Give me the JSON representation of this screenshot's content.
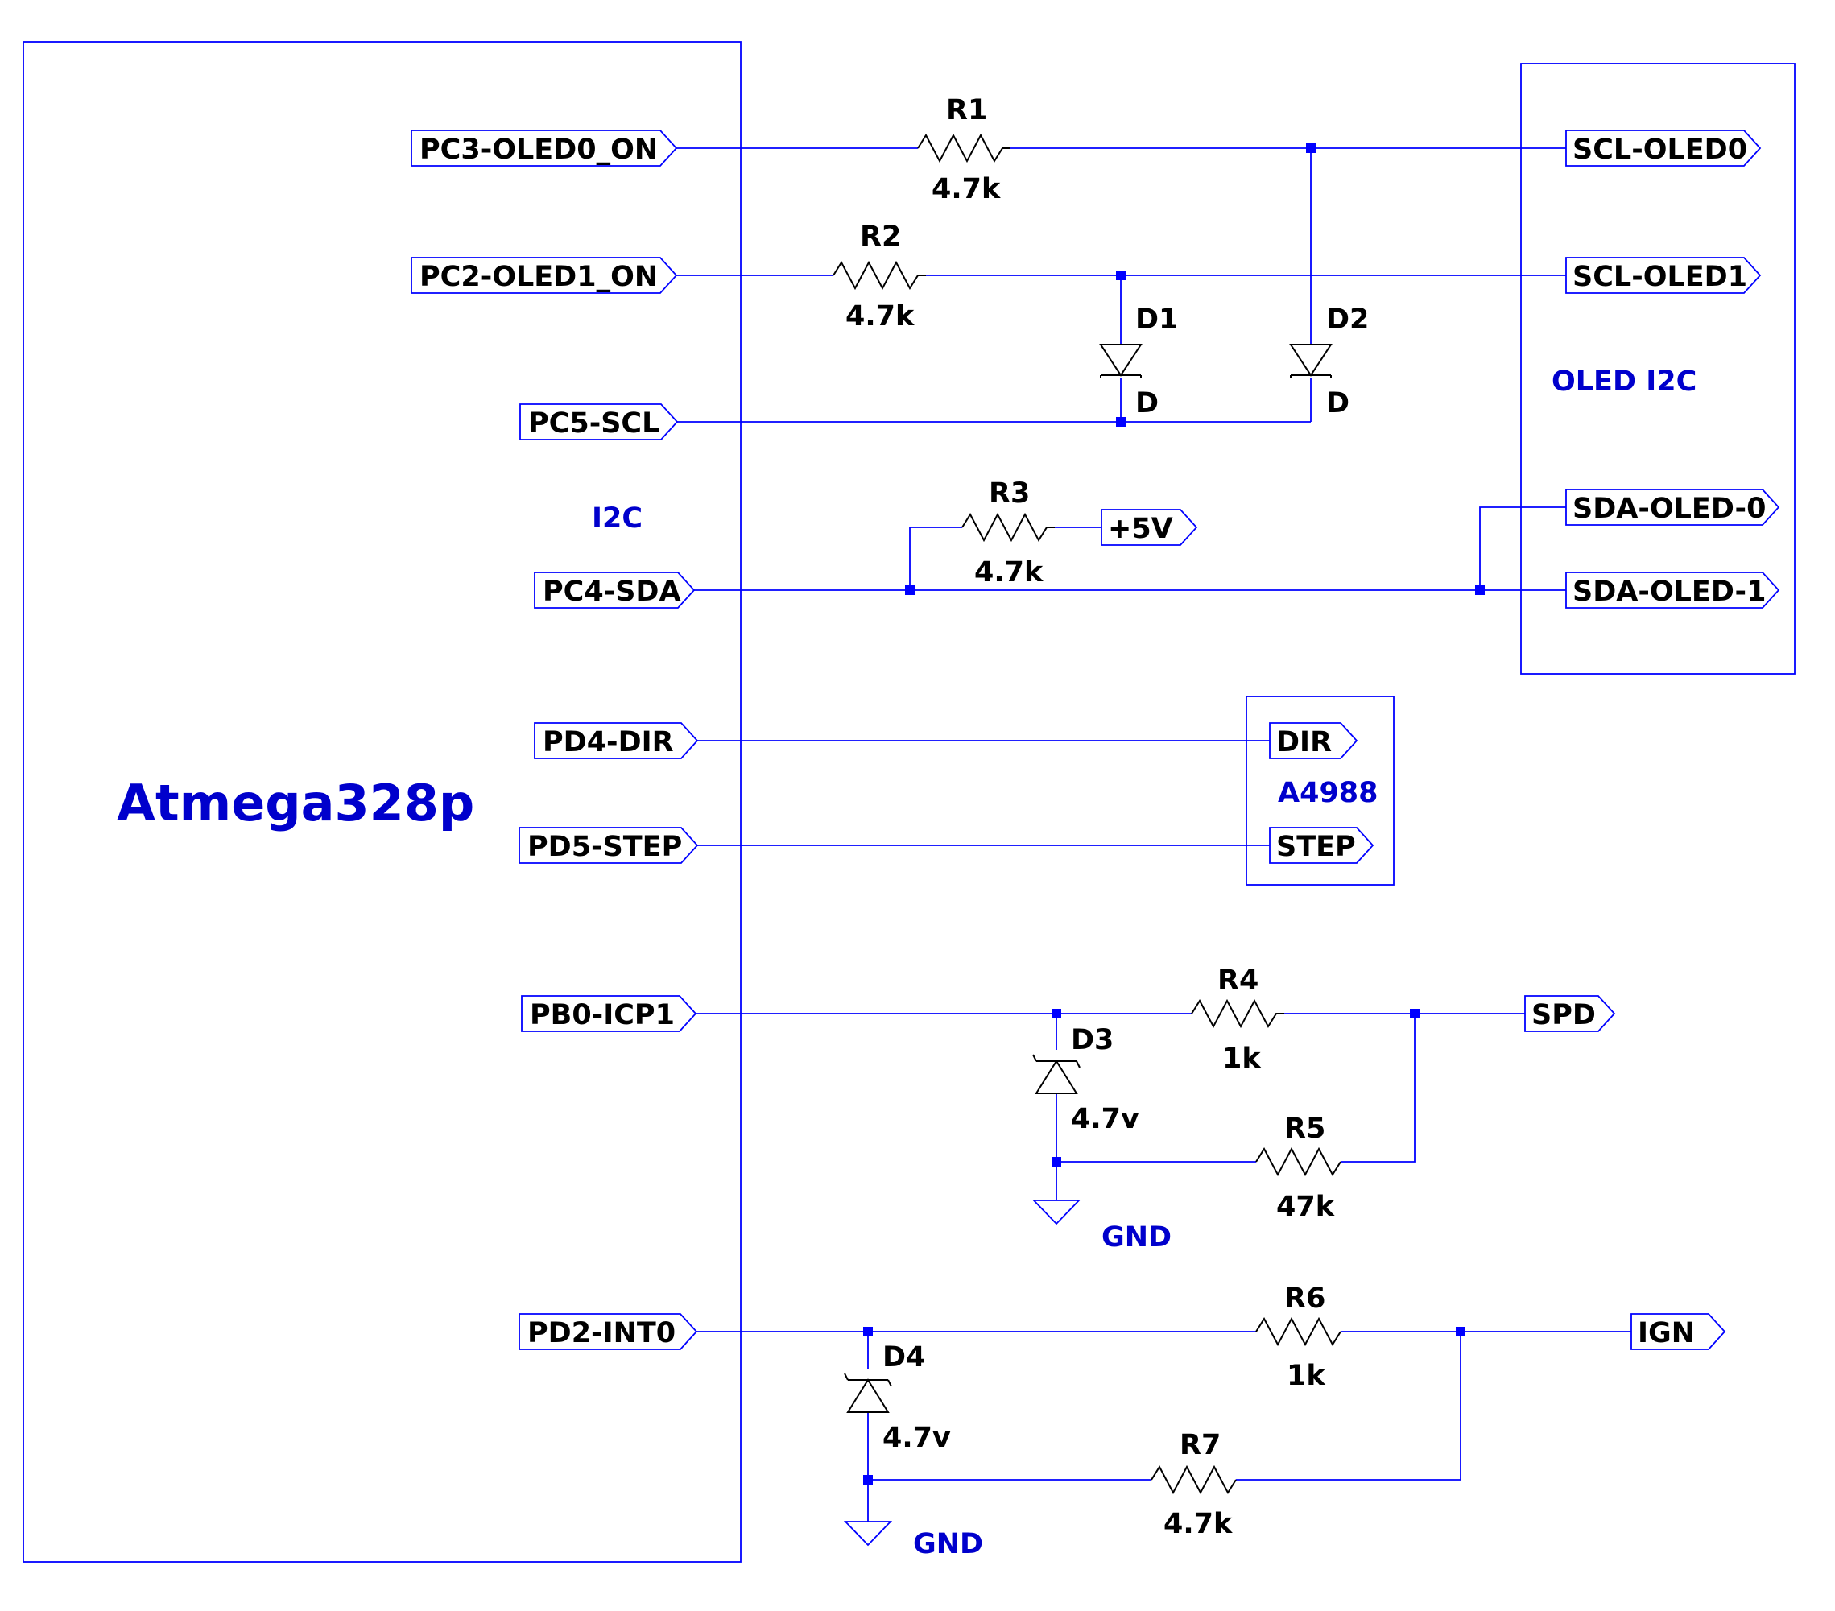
{
  "blocks": {
    "mcu": "Atmega328p",
    "i2c": "I2C",
    "oled": "OLED I2C",
    "driver": "A4988"
  },
  "ports": {
    "pc3": "PC3-OLED0_ON",
    "pc2": "PC2-OLED1_ON",
    "pc5": "PC5-SCL",
    "pc4": "PC4-SDA",
    "pd4": "PD4-DIR",
    "pd5": "PD5-STEP",
    "pb0": "PB0-ICP1",
    "pd2": "PD2-INT0",
    "scl0": "SCL-OLED0",
    "scl1": "SCL-OLED1",
    "sda0": "SDA-OLED-0",
    "sda1": "SDA-OLED-1",
    "dir": "DIR",
    "step": "STEP",
    "spd": "SPD",
    "ign": "IGN",
    "vcc": "+5V"
  },
  "components": {
    "r1": {
      "ref": "R1",
      "value": "4.7k"
    },
    "r2": {
      "ref": "R2",
      "value": "4.7k"
    },
    "r3": {
      "ref": "R3",
      "value": "4.7k"
    },
    "r4": {
      "ref": "R4",
      "value": "1k"
    },
    "r5": {
      "ref": "R5",
      "value": "47k"
    },
    "r6": {
      "ref": "R6",
      "value": "1k"
    },
    "r7": {
      "ref": "R7",
      "value": "4.7k"
    },
    "d1": {
      "ref": "D1",
      "value": "D"
    },
    "d2": {
      "ref": "D2",
      "value": "D"
    },
    "d3": {
      "ref": "D3",
      "value": "4.7v"
    },
    "d4": {
      "ref": "D4",
      "value": "4.7v"
    }
  },
  "ground": {
    "gnd1": "GND",
    "gnd2": "GND"
  },
  "colors": {
    "wire": "#0000ff",
    "component": "#000000",
    "block_label": "#0000cc",
    "background": "#ffffff"
  }
}
